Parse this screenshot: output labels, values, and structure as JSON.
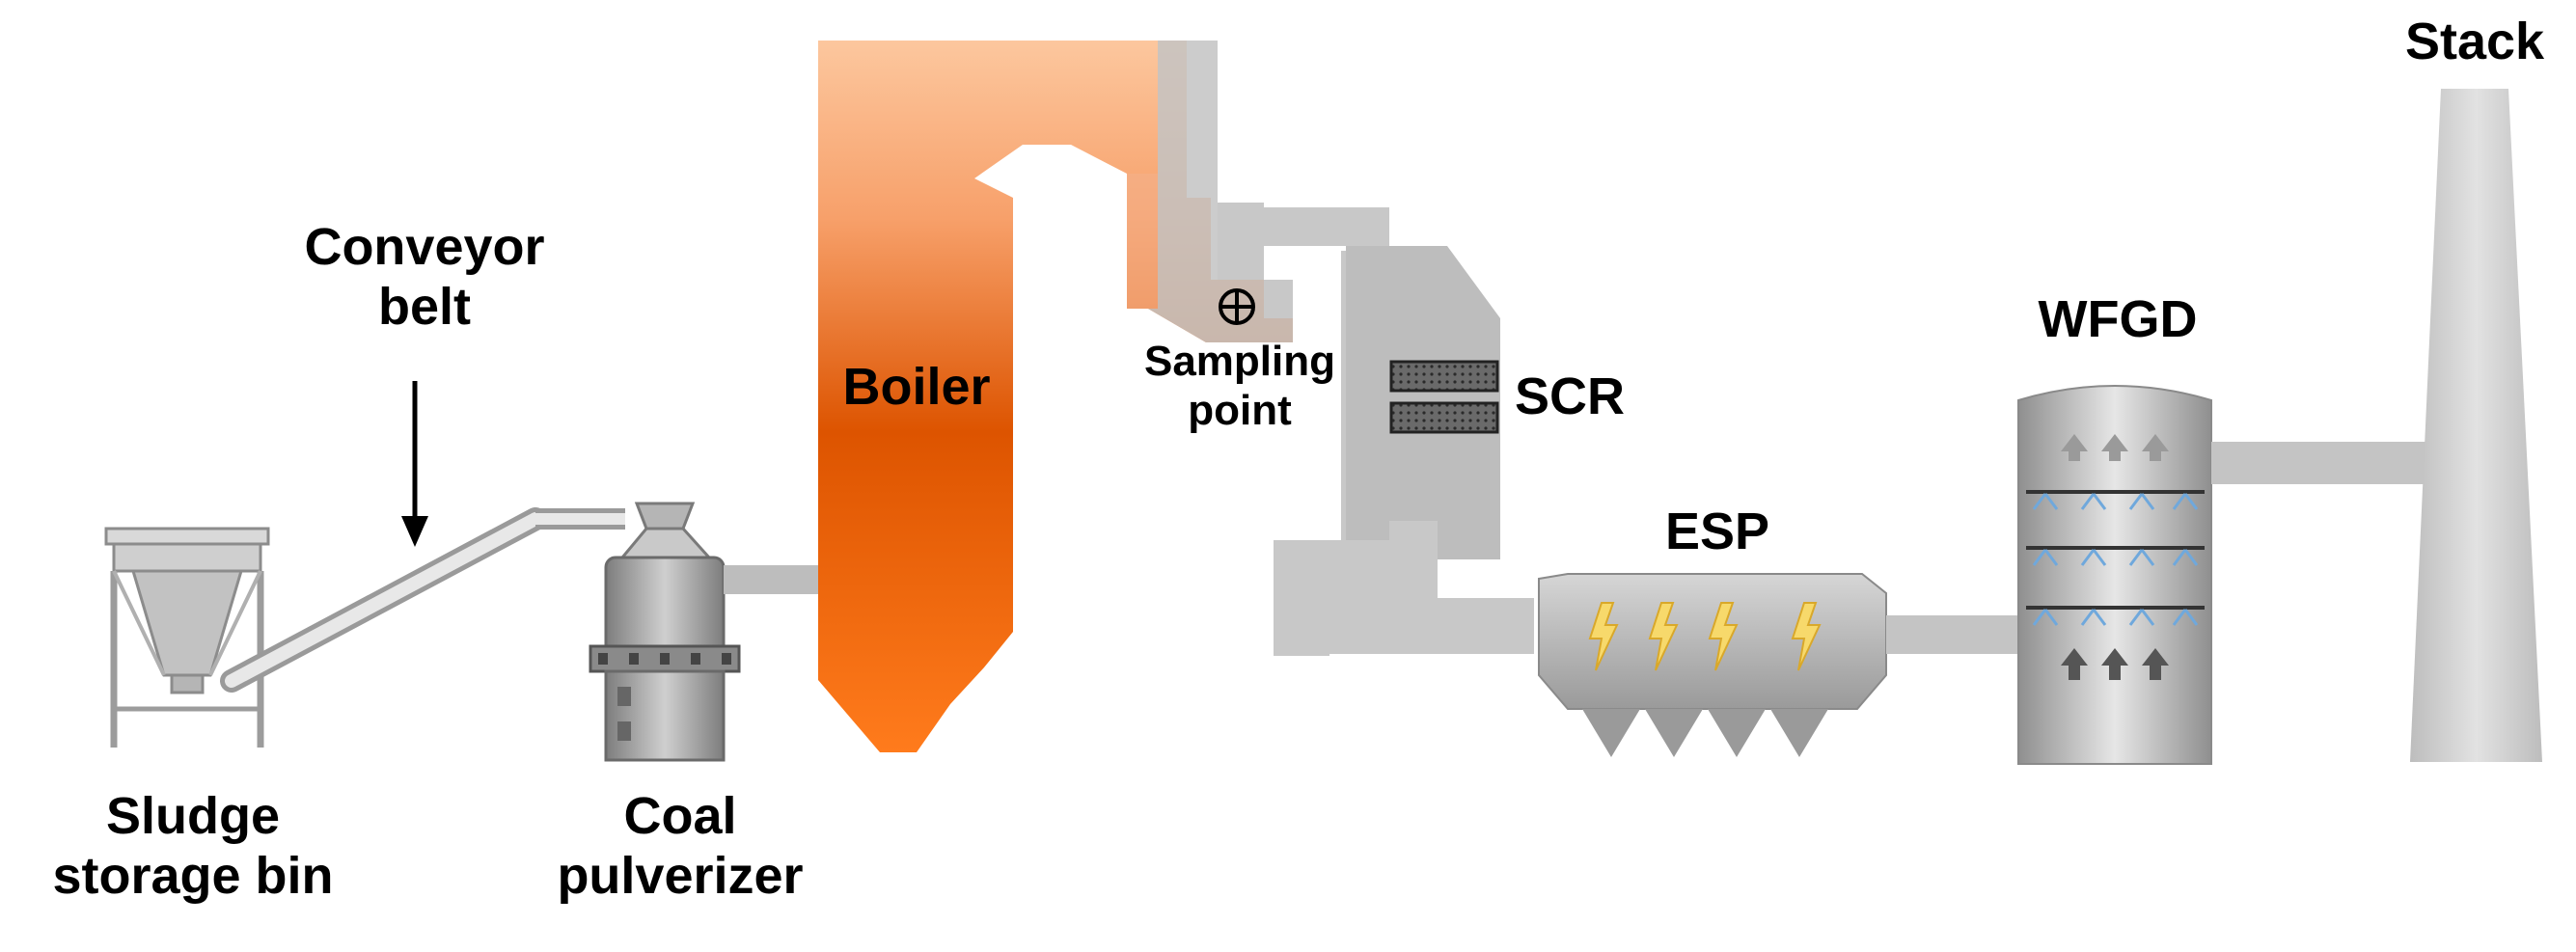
{
  "diagram": {
    "labels": {
      "conveyor_line1": "Conveyor",
      "conveyor_line2": "belt",
      "sludge_line1": "Sludge",
      "sludge_line2": "storage bin",
      "coal_line1": "Coal",
      "coal_line2": "pulverizer",
      "boiler": "Boiler",
      "sampling_line1": "Sampling",
      "sampling_line2": "point",
      "scr": "SCR",
      "esp": "ESP",
      "wfgd": "WFGD",
      "stack": "Stack"
    },
    "colors": {
      "boiler_top": "#FBB98C",
      "boiler_mid": "#E05800",
      "boiler_bottom": "#FF7A1A",
      "duct_gray": "#BDBDBD",
      "equipment_gray": "#A8A8A8",
      "stack_gray": "#CFCFCF",
      "lightning": "#F7D96B",
      "spray_blue": "#6FA8DC"
    }
  }
}
